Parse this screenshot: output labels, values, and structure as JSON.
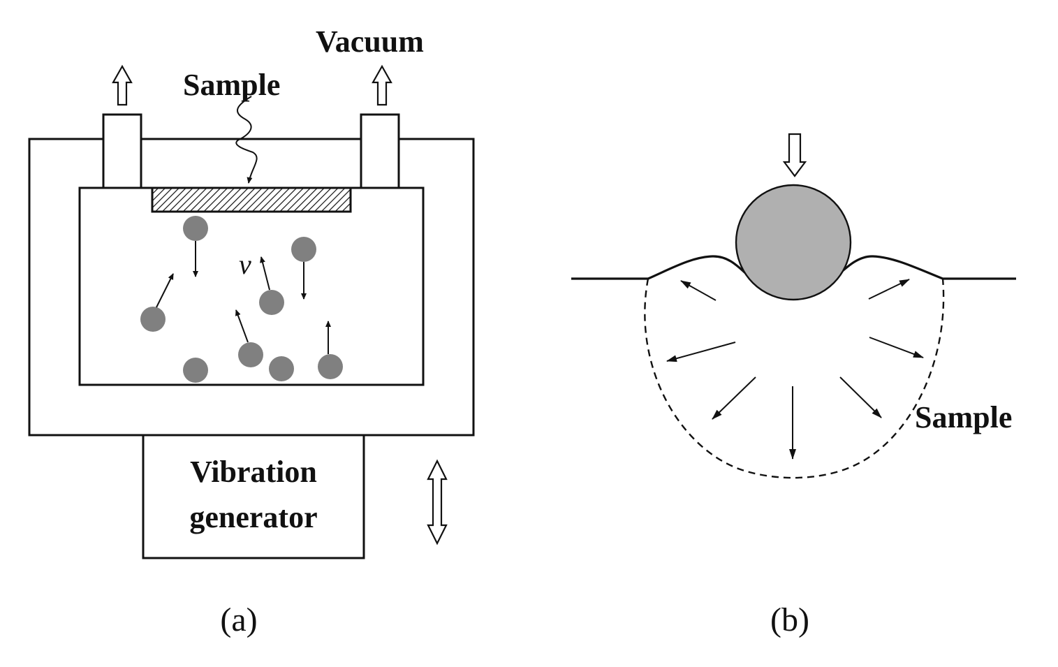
{
  "panel_a": {
    "labels": {
      "vacuum": "Vacuum",
      "sample": "Sample",
      "velocity": "v",
      "generator_line1": "Vibration",
      "generator_line2": "generator"
    },
    "caption": "(a)"
  },
  "panel_b": {
    "labels": {
      "sample": "Sample"
    },
    "caption": "(b)"
  },
  "colors": {
    "ink": "#111111",
    "ball_fill": "#808080",
    "big_ball_fill": "#b0b0b0",
    "background": "#ffffff"
  },
  "icons": [
    "vacuum-outlet-arrow",
    "load-arrow",
    "vibration-double-arrow"
  ]
}
